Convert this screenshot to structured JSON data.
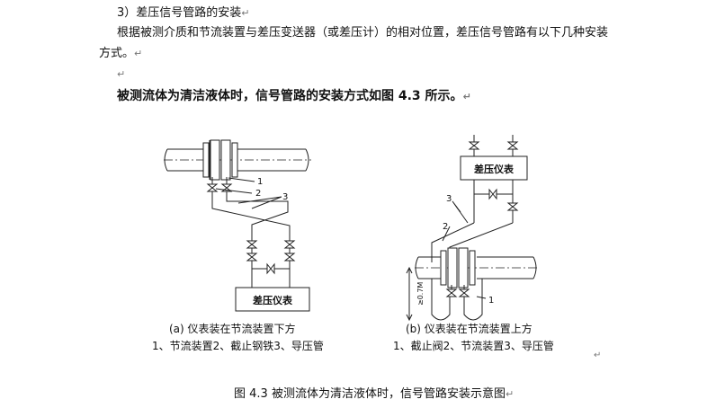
{
  "doc": {
    "heading": "3）差压信号管路的安装",
    "para_line1": "根据被测介质和节流装置与差压变送器（或差压计）的相对位置，差压信号管路有以下几种安装",
    "para_line2": "方式。",
    "bold_line": "被测流体为清洁液体时，信号管路的安装方式如图 4.3 所示。",
    "para_mark": "↵",
    "figure_caption": "图 4.3  被测流体为清洁液体时，信号管路安装示意图"
  },
  "figure": {
    "left": {
      "instrument_label": "差压仪表",
      "callout_1": "1",
      "callout_2": "2",
      "callout_3": "3",
      "caption": "(a) 仪表装在节流装置下方",
      "legend": "1、节流装置2、截止钢铁3、导压管"
    },
    "right": {
      "instrument_label": "差压仪表",
      "callout_1": "1",
      "callout_2": "2",
      "callout_3": "3",
      "dimension_label": "≥0.7M",
      "caption": "(b) 仪表装在节流装置上方",
      "legend": "1、截止阀2、节流装置3、导压管"
    }
  }
}
